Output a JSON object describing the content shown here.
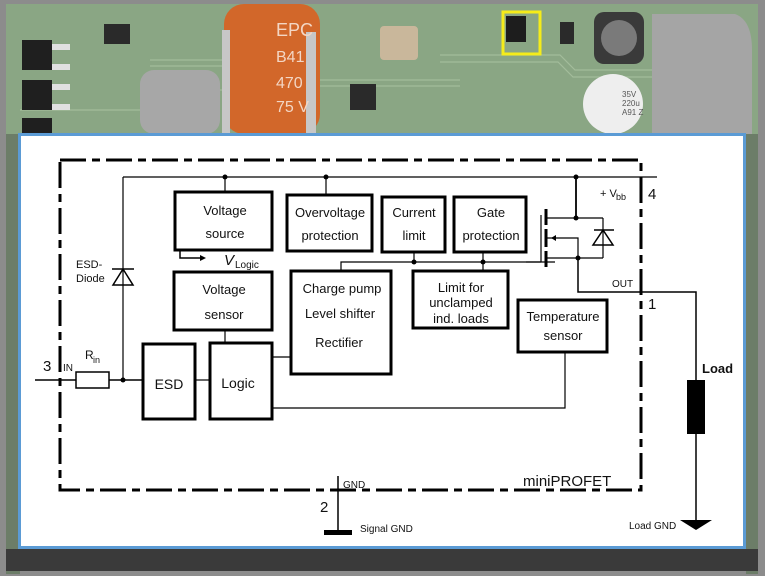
{
  "photo": {
    "description": "Printed circuit board photograph background",
    "capacitor_label_lines": [
      "EPC",
      "B41",
      "470",
      "75 V"
    ],
    "small_cap_label_lines": [
      "35V",
      "220u",
      "A91 Z"
    ],
    "highlight_color": "#f5ec1a"
  },
  "panel": {
    "border_color": "#5b9bd5"
  },
  "diagram": {
    "device_name": "miniPROFET",
    "pins": {
      "in_number": "3",
      "in_label": "IN",
      "gnd_number": "2",
      "gnd_label": "GND",
      "vbb_number": "4",
      "vbb_label_prefix": "+ V",
      "vbb_label_sub": "bb",
      "out_number": "1",
      "out_label": "OUT"
    },
    "resistor": {
      "label": "R",
      "sub": "in"
    },
    "esd_diode_label_lines": [
      "ESD-",
      "Diode"
    ],
    "vlogic": {
      "label": "V",
      "sub": "Logic"
    },
    "blocks": {
      "voltage_source": [
        "Voltage",
        "source"
      ],
      "overvoltage": [
        "Overvoltage",
        "protection"
      ],
      "current_limit": [
        "Current",
        "limit"
      ],
      "gate_protection": [
        "Gate",
        "protection"
      ],
      "voltage_sensor": [
        "Voltage",
        "sensor"
      ],
      "charge_pump": [
        "Charge pump",
        "Level shifter",
        "Rectifier"
      ],
      "limit_unclamped": [
        "Limit for",
        "unclamped",
        "ind. loads"
      ],
      "temperature_sensor": [
        "Temperature",
        "sensor"
      ],
      "esd": [
        "ESD"
      ],
      "logic": [
        "Logic"
      ]
    },
    "load_label": "Load",
    "signal_gnd_label": "Signal GND",
    "load_gnd_label": "Load GND"
  }
}
